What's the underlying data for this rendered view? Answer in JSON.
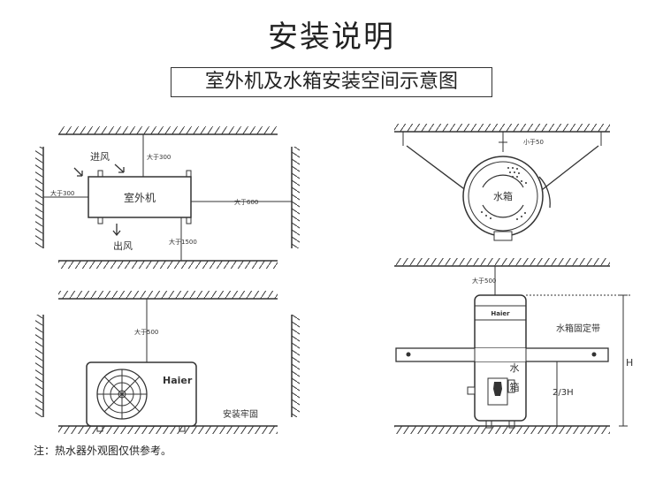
{
  "title": "安装说明",
  "subtitle": "室外机及水箱安装空间示意图",
  "outdoor_top": {
    "unit_label": "室外机",
    "air_in": "进风",
    "air_out": "出风",
    "dim_top": "大于300",
    "dim_left": "大于300",
    "dim_right": "大于600",
    "dim_bottom": "大于1500"
  },
  "outdoor_side": {
    "dim_top": "大于500",
    "brand": "Haier",
    "secure": "安装牢固"
  },
  "tank_top": {
    "dim_top": "小于50",
    "label": "水箱"
  },
  "tank_side": {
    "dim_top": "大于500",
    "brand": "Haier",
    "strap": "水箱固定带",
    "label_1": "水",
    "label_2": "箱",
    "height": "H",
    "two_thirds": "2/3H"
  },
  "note": "注：热水器外观图仅供参考。"
}
